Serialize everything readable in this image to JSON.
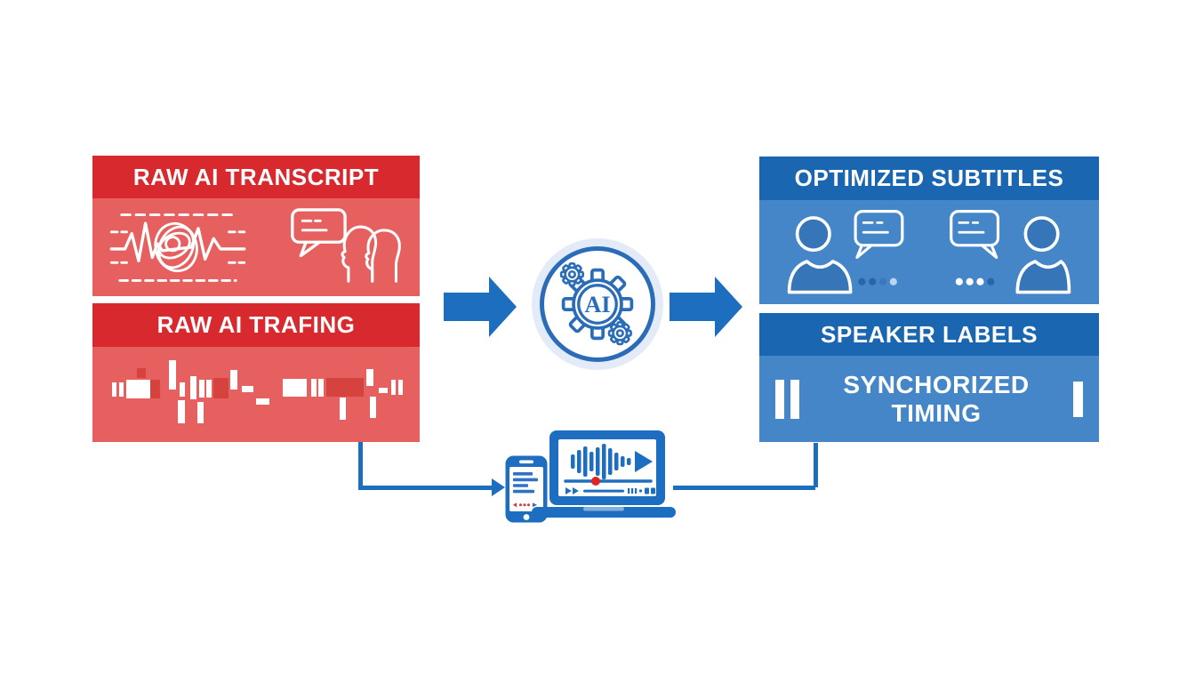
{
  "colors": {
    "red_header": "#d8292f",
    "red_body": "#e5605e",
    "red_accent": "#d6423e",
    "blue_header": "#1a66b0",
    "blue_body": "#4486c8",
    "accent_blue": "#1d6ebe",
    "gear_blue": "#2b6cb8",
    "halo_blue": "#e2ebf7",
    "marker_red": "#e02424",
    "text_white": "#ffffff"
  },
  "boxes": {
    "transcript": {
      "header": "RAW AI TRANSCRIPT",
      "icons": [
        "messy-waveform-icon",
        "speakers-chat-icon"
      ]
    },
    "timing": {
      "header": "RAW AI TRAFING",
      "icons": [
        "rough-timing-bars-icon"
      ]
    },
    "subtitles": {
      "header": "OPTIMIZED SUBTITLES",
      "icons": [
        "speaker-chat-left-icon",
        "speaker-chat-right-icon"
      ]
    },
    "speaker_labels": {
      "header": "SPEAKER LABELS",
      "body_label": "SYNCHORIZED TIMING",
      "icons": [
        "pause-bars-icon",
        "pause-bar-icon"
      ]
    }
  },
  "processor": {
    "label": "AI",
    "icon": "ai-gears-icon"
  },
  "flow": {
    "arrow_left_icon": "arrow-right-icon",
    "arrow_right_icon": "arrow-right-icon",
    "left_connector_icon": "elbow-connector-arrow",
    "right_connector_icon": "elbow-connector"
  },
  "devices": {
    "phone_icon": "smartphone-transcript-icon",
    "laptop_icon": "laptop-media-player-icon"
  }
}
